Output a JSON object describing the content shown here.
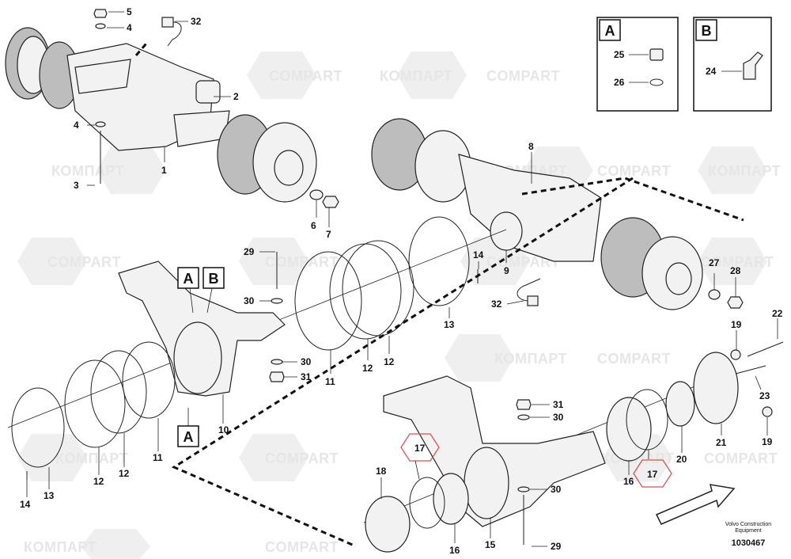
{
  "watermark": {
    "text_cyrillic": "КОМПАРТ",
    "text_latin": "COMPART"
  },
  "detail_a": {
    "letter": "A",
    "callouts": [
      "25",
      "26"
    ]
  },
  "detail_b": {
    "letter": "B",
    "callouts": [
      "24"
    ]
  },
  "view_markers": {
    "a1": "A",
    "b1": "B",
    "a2": "A"
  },
  "callouts": {
    "c5": "5",
    "c4a": "4",
    "c32a": "32",
    "c2": "2",
    "c4b": "4",
    "c1": "1",
    "c3": "3",
    "c6": "6",
    "c7": "7",
    "c8": "8",
    "c9": "9",
    "c14a": "14",
    "c27": "27",
    "c28": "28",
    "c32b": "32",
    "c13a": "13",
    "c29a": "29",
    "c30a": "30",
    "c30b": "30",
    "c31a": "31",
    "c11a": "11",
    "c12a": "12",
    "c12b": "12",
    "c10": "10",
    "c11b": "11",
    "c12c": "12",
    "c12d": "12",
    "c14b": "14",
    "c13b": "13",
    "c19a": "19",
    "c22": "22",
    "c23": "23",
    "c21": "21",
    "c19b": "19",
    "c31b": "31",
    "c30c": "30",
    "c17a": "17",
    "c17b": "17",
    "c18": "18",
    "c16a": "16",
    "c15": "15",
    "c29b": "29",
    "c30d": "30",
    "c16b": "16",
    "c20": "20"
  },
  "caption": {
    "line1": "Volvo Construction",
    "line2": "Equipment"
  },
  "document_number": "1030467"
}
